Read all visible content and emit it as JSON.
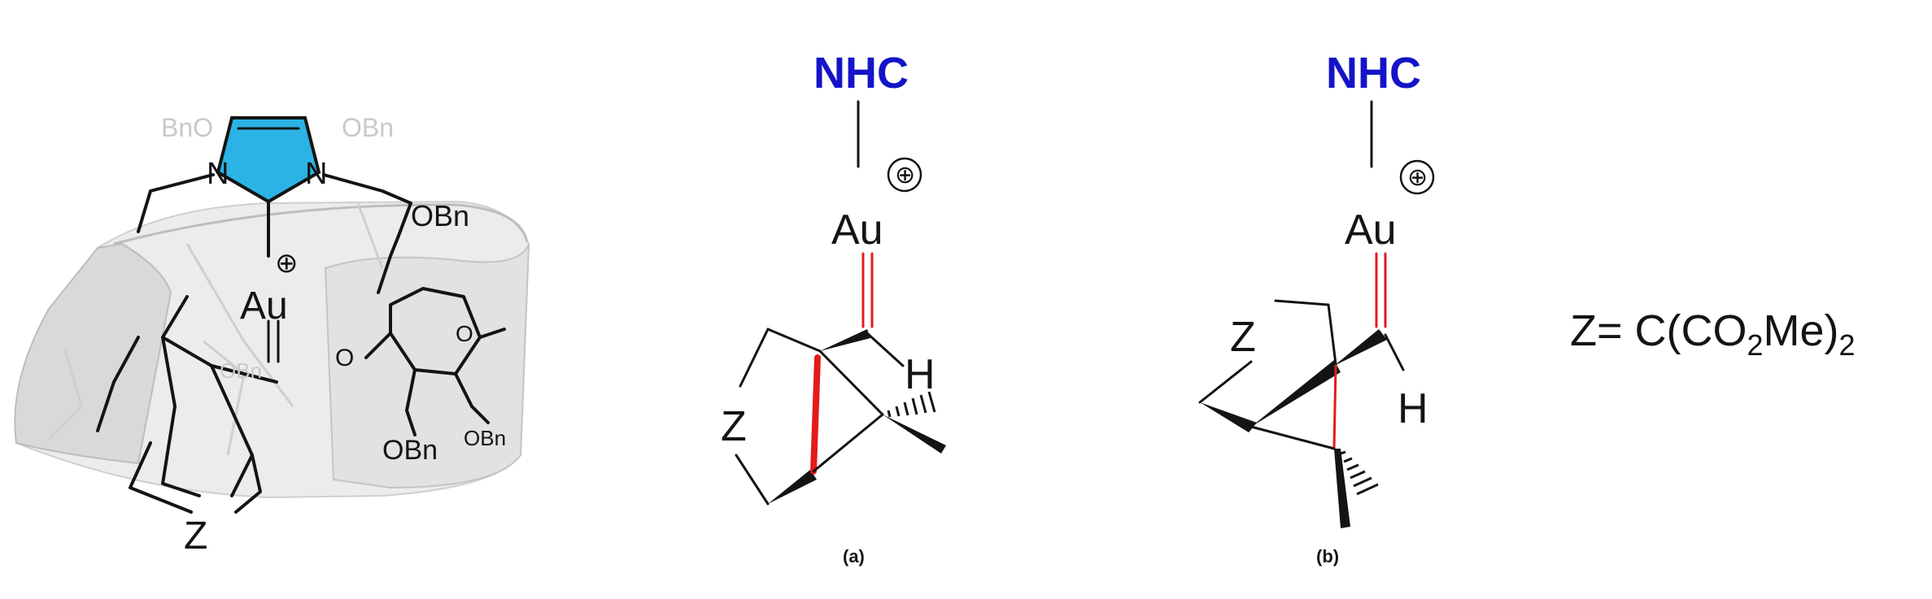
{
  "colors": {
    "nhc_label": "#1414c8",
    "imidazolium_ring": "#2bb3e6",
    "gold_alkene_bond": "#e31b1b",
    "cyclodextrin_cone": "#e4e4e4",
    "ink": "#141414",
    "background": "#ffffff"
  },
  "left_complex": {
    "metal": "Au",
    "charge": "⊕",
    "ring_nitrogen_left": "N",
    "ring_nitrogen_right": "N",
    "group_bno": "BnO",
    "group_obn_top": "OBn",
    "group_obn_chain": "OBn",
    "group_obn_bottom_1": "OBn",
    "group_obn_bottom_2": "OBn",
    "group_obn_faint": "OBn",
    "ring_o_1": "O",
    "ring_o_2": "O",
    "substituent": "Z"
  },
  "structure_a": {
    "ligand": "NHC",
    "charge": "⊕",
    "metal": "Au",
    "substituent": "Z",
    "hydrogen": "H",
    "caption": "(a)"
  },
  "structure_b": {
    "ligand": "NHC",
    "charge": "⊕",
    "metal": "Au",
    "substituent": "Z",
    "hydrogen": "H",
    "caption": "(b)"
  },
  "definition": {
    "text_prefix": "Z= C(CO",
    "subscript_1": "2",
    "text_middle": "Me)",
    "subscript_2": "2"
  }
}
